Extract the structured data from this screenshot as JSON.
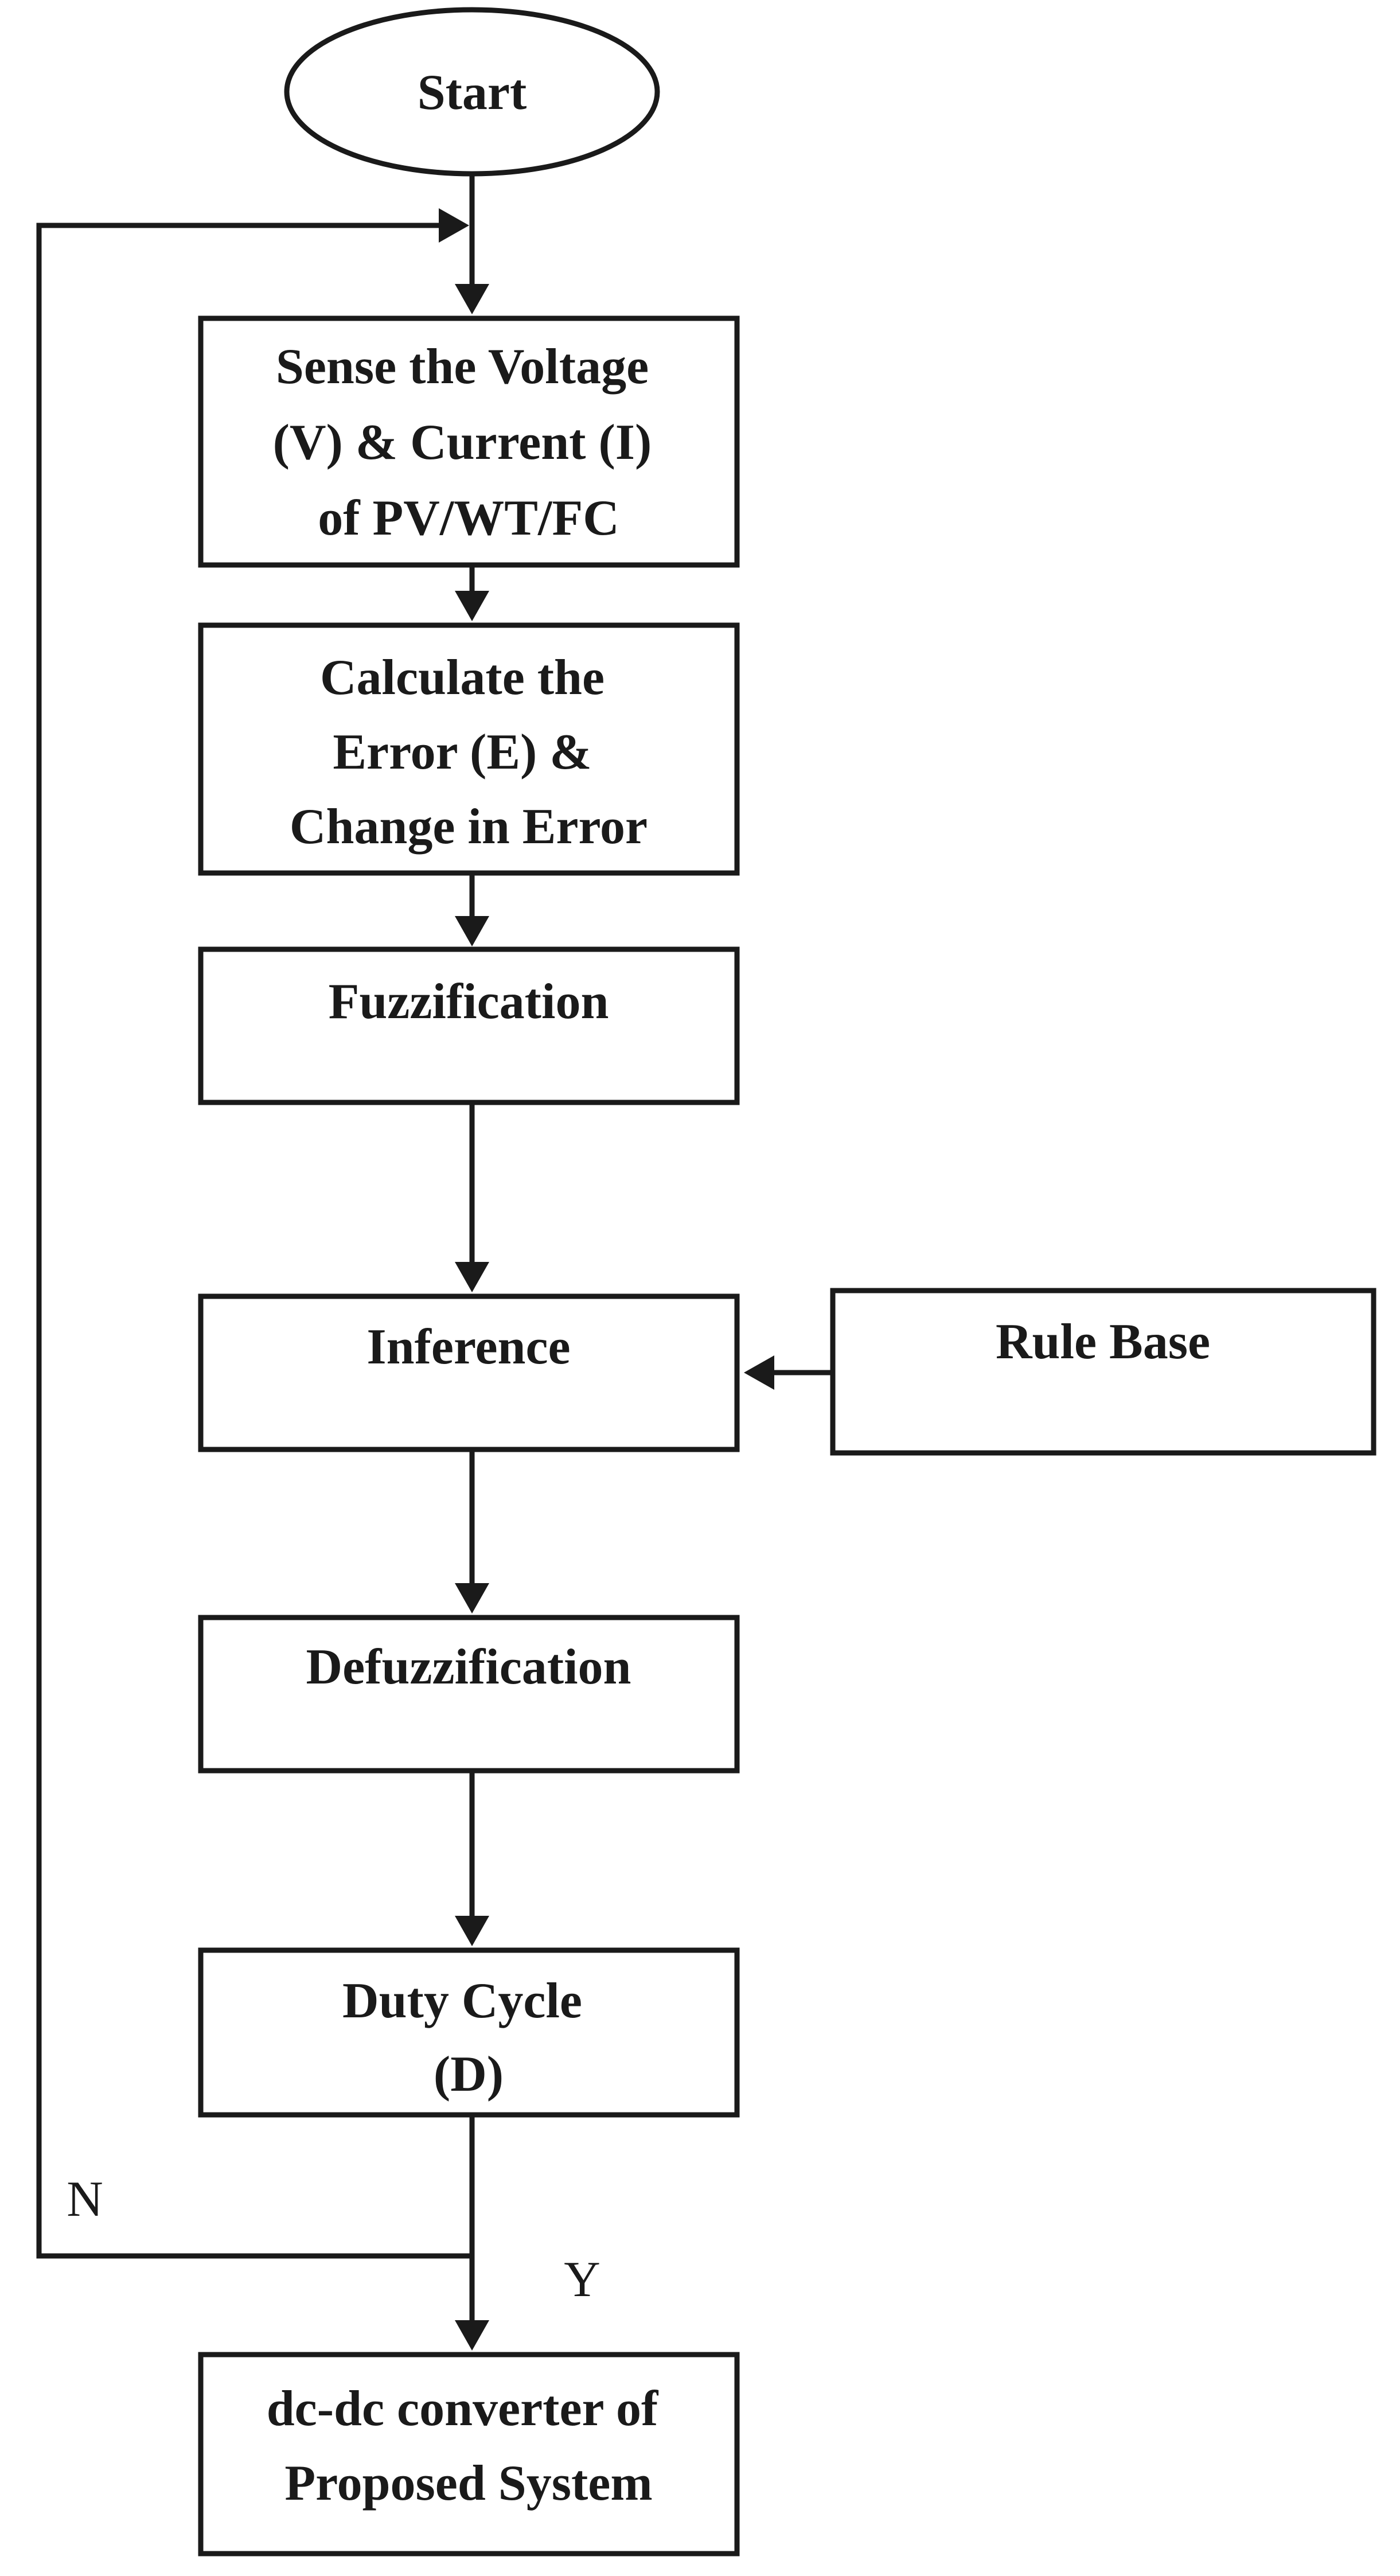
{
  "nodes": {
    "start": {
      "lines": [
        "Start"
      ]
    },
    "sense": {
      "lines": [
        "Sense the Voltage",
        "(V)  & Current (I)",
        "of PV/WT/FC"
      ]
    },
    "calculate": {
      "lines": [
        "Calculate the",
        "Error (E)  &",
        "Change in Error"
      ]
    },
    "fuzzification": {
      "lines": [
        "Fuzzification"
      ]
    },
    "inference": {
      "lines": [
        "Inference"
      ]
    },
    "rule_base": {
      "lines": [
        "Rule Base"
      ]
    },
    "defuzzification": {
      "lines": [
        "Defuzzification"
      ]
    },
    "duty_cycle": {
      "lines": [
        "Duty Cycle",
        "(D)"
      ]
    },
    "converter": {
      "lines": [
        "dc-dc converter of",
        "Proposed System"
      ]
    }
  },
  "labels": {
    "no": "N",
    "yes": "Y"
  },
  "colors": {
    "stroke": "#1a1a1a",
    "background": "#ffffff"
  }
}
